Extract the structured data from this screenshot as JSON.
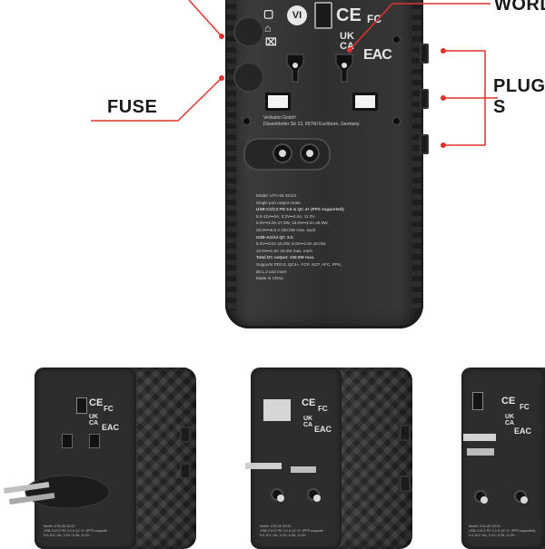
{
  "callouts": {
    "world": "WORL",
    "fuse": "FUSE",
    "plug": "PLUG S"
  },
  "main_adapter": {
    "cert_marks": {
      "ce": "CE",
      "fc": "FC",
      "ukca_top": "UK",
      "ukca_bottom": "CA",
      "eac": "EAC",
      "level": "VI"
    },
    "address_line_1": "Verbatim GmbH",
    "address_line_2": "Düsseldorfer Str 13, 65760 Eschborn, Germany",
    "spec_lines": [
      "Model: UTA-06 32121",
      "Single port output mode",
      "USB-C1/C2 PD 3.0 & QC 4+ (PPS supported):",
      "5.0-11V⎓3A, 3.3V⎓3.3A, 11.0V...",
      "9.0V⎓3.0A 27.0W, 15.0V⎓3.0A 45.0W,",
      "20.0V⎓5.0 A 100.0W max. each",
      "USB-A1/A2 QC 3.0:",
      "5.0V⎓3.0A 15.0W, 9.0V⎓2.0A 18.0W,",
      "12.0V⎓1.5A 18.0W max. each",
      "Total DC output: 100.0W max.",
      "Supports PD3.0, QC4+, FCP, SCP, AFC, PPS,",
      "BC1.2 and more",
      "Made in China"
    ]
  },
  "mini_adapters": [
    {
      "cert_ce": "CE",
      "cert_fc": "FC",
      "cert_uk": "UK",
      "cert_ca": "CA",
      "cert_eac": "EAC"
    },
    {
      "cert_ce": "CE",
      "cert_fc": "FC",
      "cert_uk": "UK",
      "cert_ca": "CA",
      "cert_eac": "EAC"
    },
    {
      "cert_ce": "CE",
      "cert_fc": "FC",
      "cert_uk": "UK",
      "cert_ca": "CA",
      "cert_eac": "EAC"
    }
  ],
  "colors": {
    "accent": "#e0332f",
    "body": "#2f2f2f",
    "label": "#1a1a1a"
  }
}
